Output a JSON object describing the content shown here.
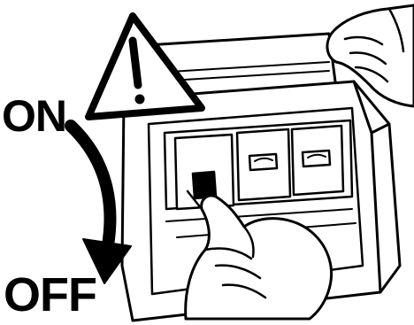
{
  "labels": {
    "on": "ON",
    "off": "OFF"
  },
  "icons": {
    "warning": "warning-triangle-icon",
    "arrow": "arrow-down-icon"
  },
  "colors": {
    "ink": "#000000",
    "paper": "#ffffff"
  },
  "breaker": {
    "handle_state": "off"
  }
}
